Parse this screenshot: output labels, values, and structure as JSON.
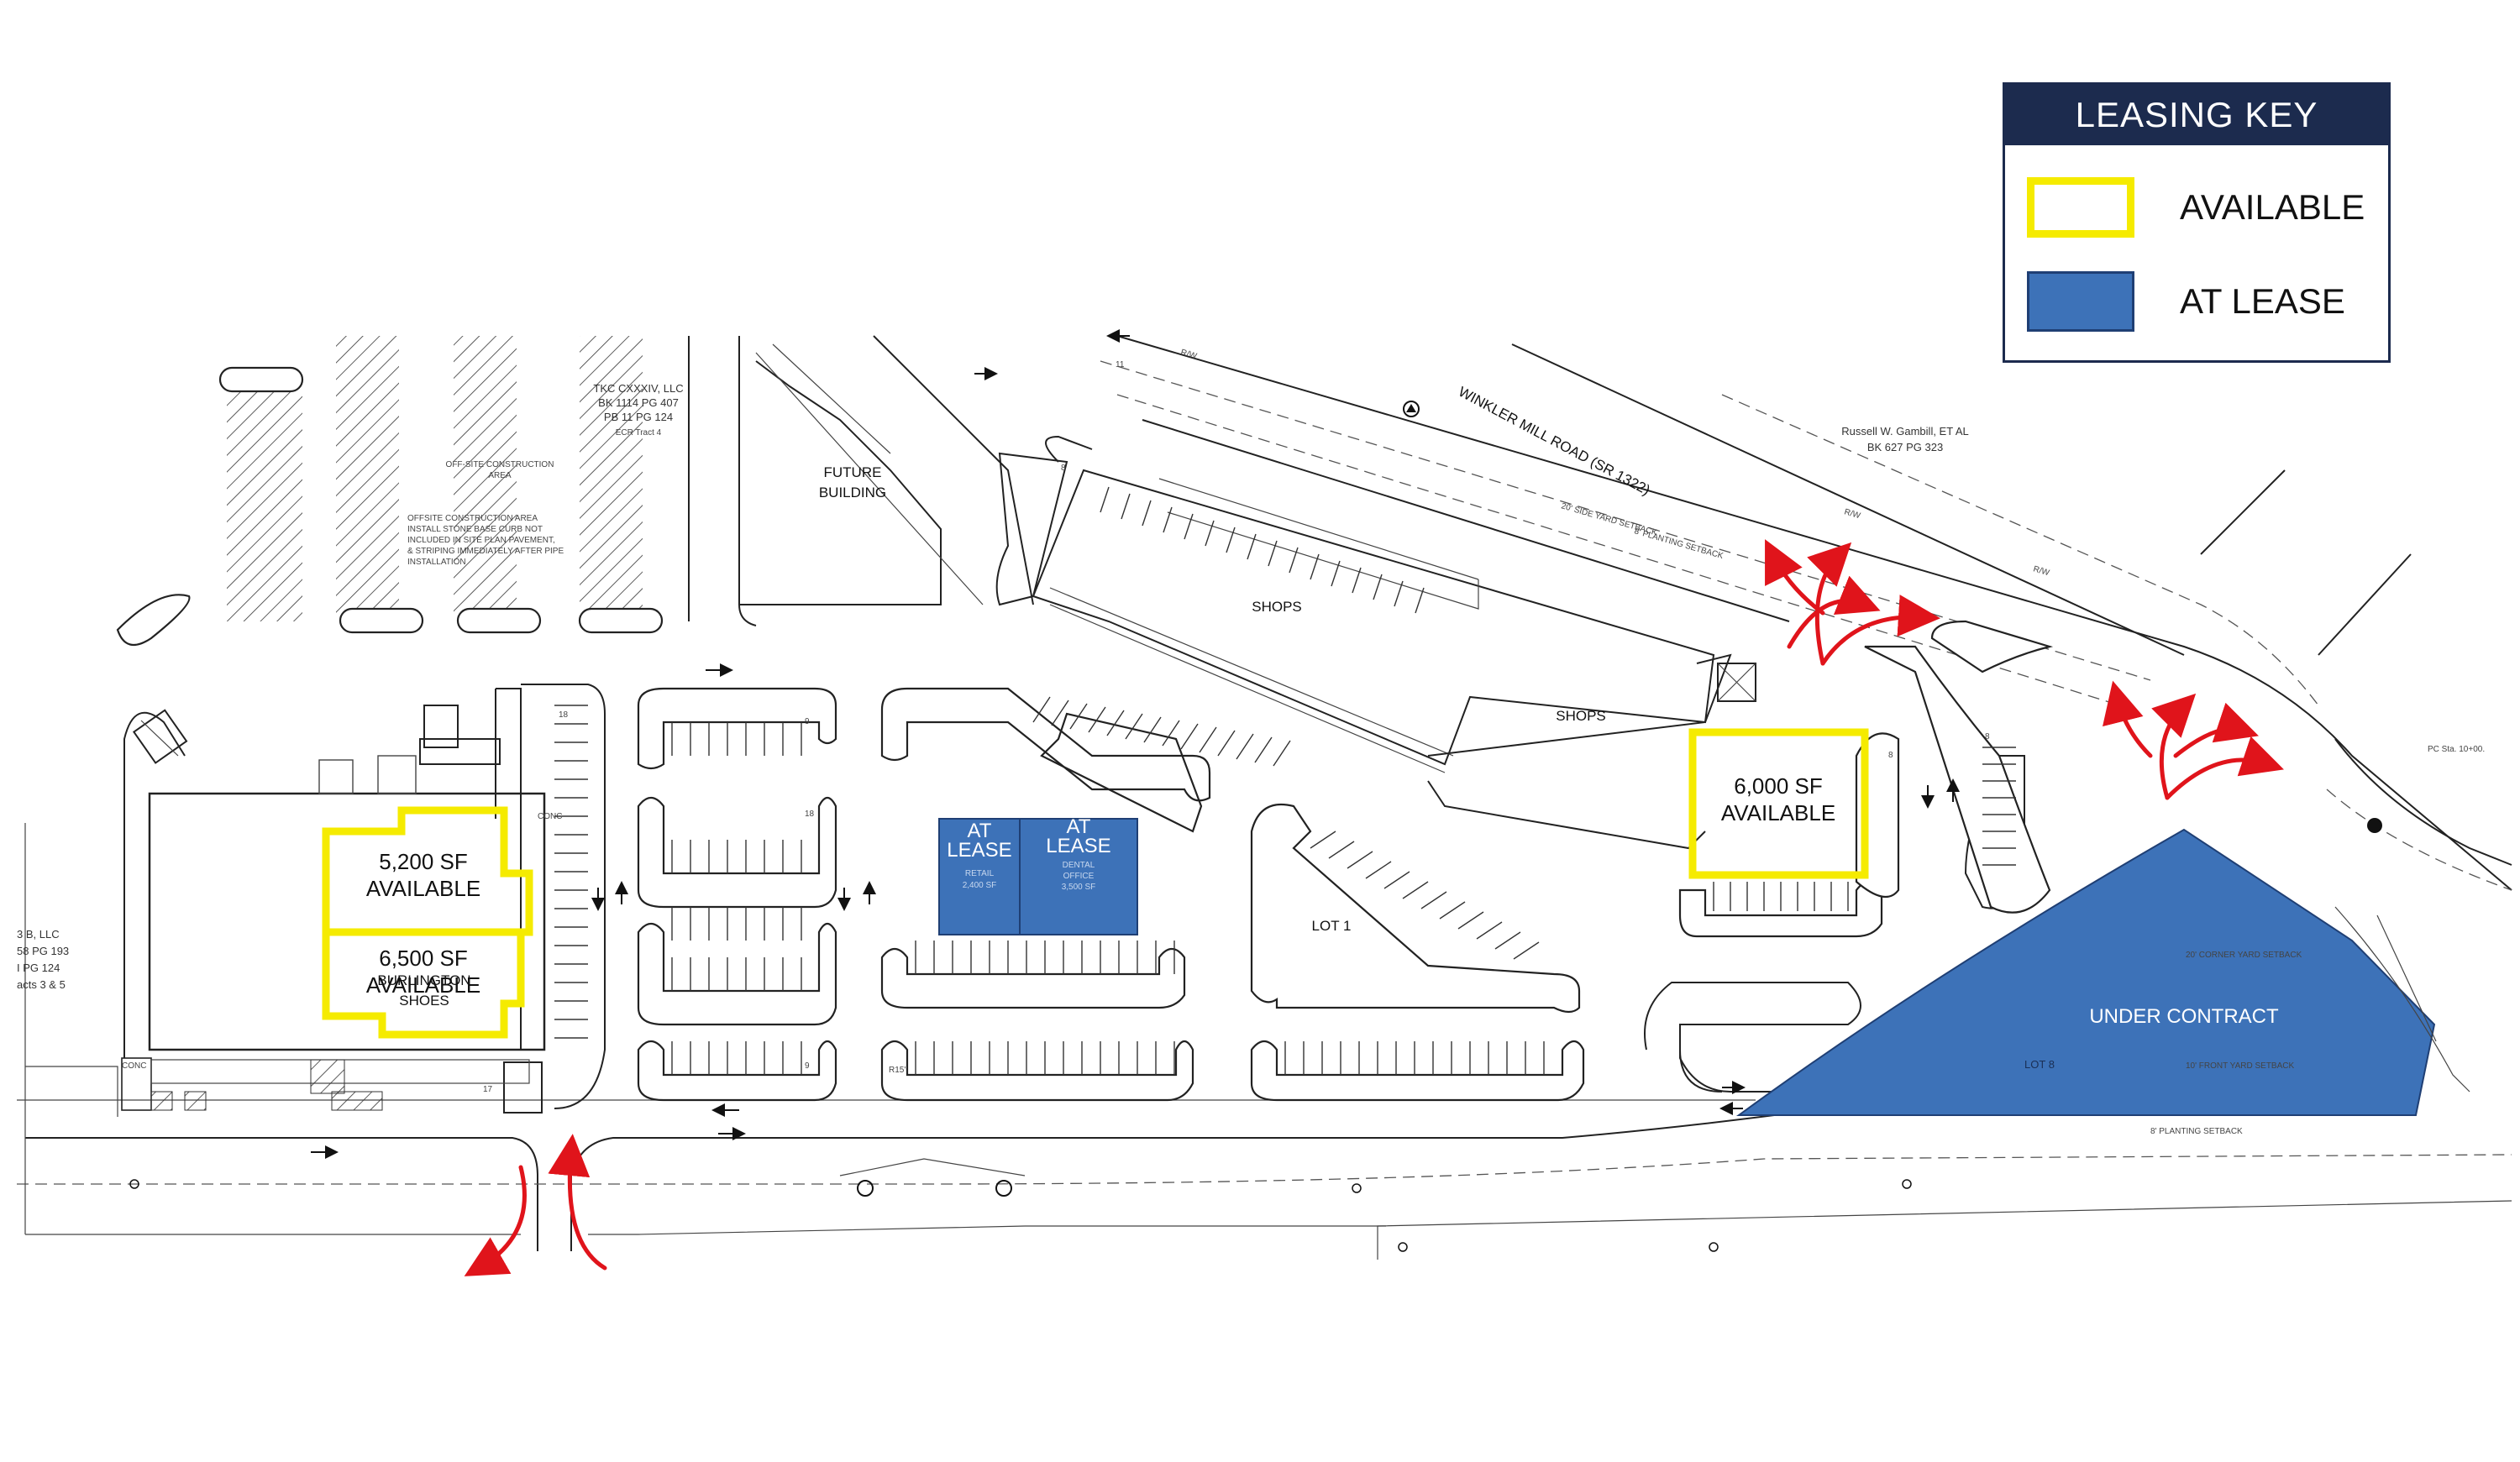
{
  "legend": {
    "title": "LEASING KEY",
    "items": [
      {
        "label": "AVAILABLE",
        "style": "outline",
        "color": "#f5eb00"
      },
      {
        "label": "AT LEASE",
        "style": "fill",
        "color": "#3d72b8"
      }
    ]
  },
  "colors": {
    "available": "#f5eb00",
    "at_lease": "#3d72b8",
    "under_contract": "#3d72b8",
    "access_arrows": "#e0141b",
    "legend_header": "#1c2b4e"
  },
  "units": {
    "burlington_top": {
      "size": "5,200 SF",
      "status": "AVAILABLE"
    },
    "burlington_bottom": {
      "size": "6,500 SF",
      "status": "AVAILABLE"
    },
    "shops_east": {
      "size": "6,000 SF",
      "status": "AVAILABLE"
    },
    "lease_retail": {
      "status_line1": "AT",
      "status_line2": "LEASE",
      "use": "RETAIL",
      "size": "2,400 SF"
    },
    "lease_dental": {
      "status_line1": "AT",
      "status_line2": "LEASE",
      "use": "DENTAL",
      "use2": "OFFICE",
      "size": "3,500 SF"
    },
    "under_contract": {
      "status": "UNDER CONTRACT",
      "lot": "LOT 8"
    }
  },
  "buildings": {
    "burlington_line1": "BURLINGTON",
    "burlington_line2": "SHOES",
    "future_line1": "FUTURE",
    "future_line2": "BUILDING",
    "shops_north": "SHOPS",
    "shops_east": "SHOPS",
    "lot1": "LOT 1"
  },
  "road": {
    "name": "WINKLER MILL ROAD (SR 1322)"
  },
  "owners": {
    "tkc_line1": "TKC CXXXIV, LLC",
    "tkc_line2": "BK 1114 PG 407",
    "tkc_line3": "PB 11 PG 124",
    "tkc_line4": "ECR Tract 4",
    "gambill_line1": "Russell W. Gambill, ET AL",
    "gambill_line2": "BK 627 PG 323",
    "west_line1": "3 B, LLC",
    "west_line2": "58 PG 193",
    "west_line3": "I PG 124",
    "west_line4": "acts 3 & 5"
  },
  "notes": {
    "offsite1": "OFF-SITE CONSTRUCTION",
    "offsite1b": "AREA",
    "offsite2": "OFFSITE CONSTRUCTION AREA",
    "offsite2b": "INSTALL STONE BASE CURB NOT",
    "offsite2c": "INCLUDED IN SITE PLAN PAVEMENT,",
    "offsite2d": "& STRIPING IMMEDIATELY AFTER PIPE",
    "offsite2e": "INSTALLATION",
    "side_setback": "20' SIDE YARD SETBACK",
    "planting_setback": "8' PLANTING SETBACK",
    "corner_setback": "20' CORNER YARD SETBACK",
    "front_setback": "10' FRONT YARD SETBACK",
    "planting_setback2": "8' PLANTING SETBACK",
    "pc_station": "PC Sta. 10+00.",
    "conc1": "CONC",
    "conc2": "CONC",
    "r15": "R15'",
    "stalls_18a": "18",
    "stalls_18b": "18",
    "stalls_9a": "9",
    "stalls_9b": "9",
    "stalls_17": "17",
    "stalls_8a": "8",
    "stalls_8b": "8",
    "stalls_8c": "8",
    "stalls_11": "11",
    "rw": "R/W"
  }
}
